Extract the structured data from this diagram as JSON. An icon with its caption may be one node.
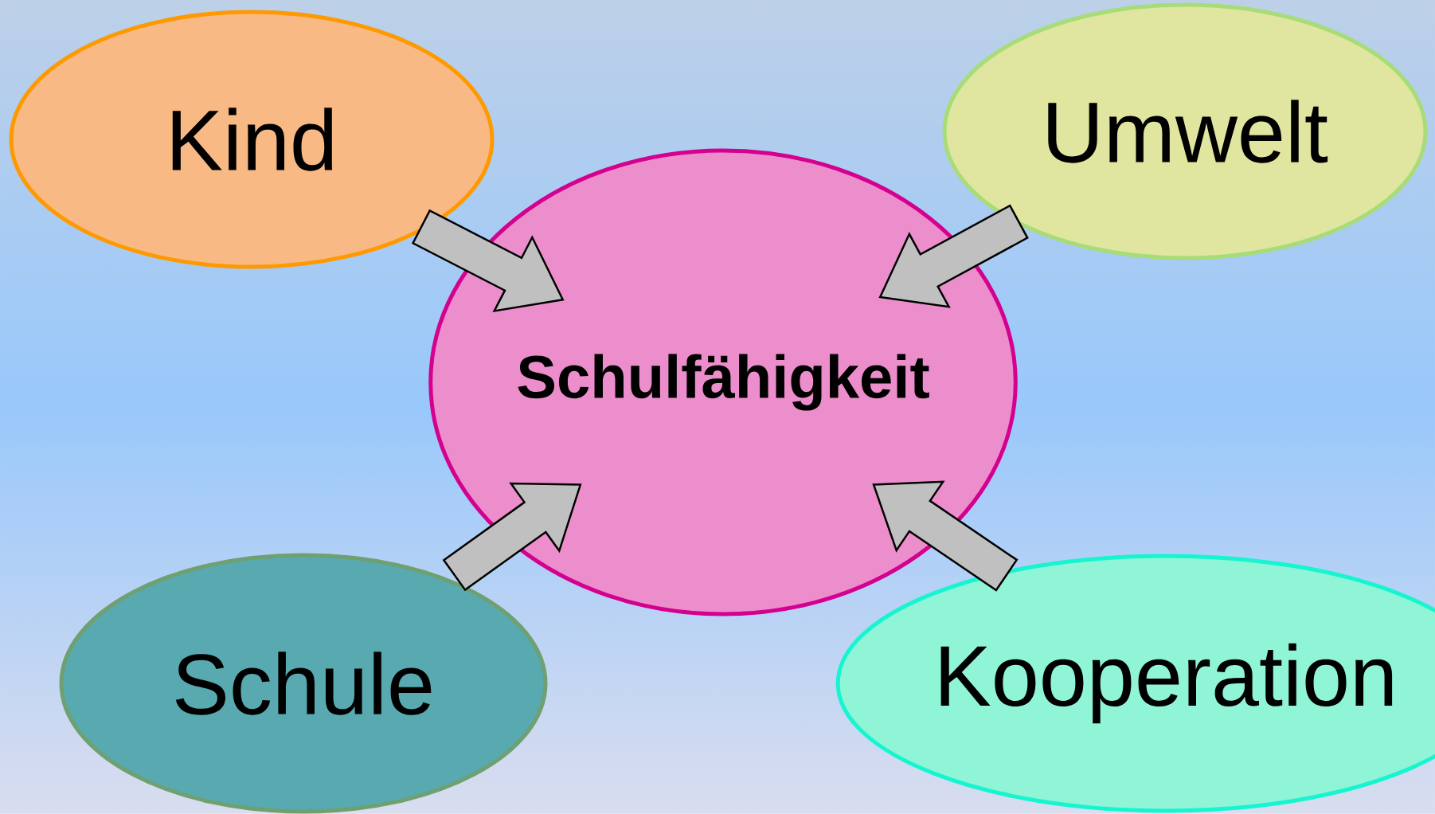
{
  "diagram": {
    "nodes": [
      {
        "text": [
          "Kind"
        ]
      },
      {
        "text": [
          "Umwelt"
        ]
      },
      {
        "text": [
          "Schulfähigkeit"
        ]
      },
      {
        "text": [
          "Schule"
        ]
      },
      {
        "text": [
          "Kooperation"
        ]
      }
    ],
    "edges": [
      {
        "from": 0,
        "to": 2,
        "arrow": "to"
      },
      {
        "from": 1,
        "to": 2,
        "arrow": "to"
      },
      {
        "from": 3,
        "to": 2,
        "arrow": "to"
      },
      {
        "from": 4,
        "to": 2,
        "arrow": "to"
      }
    ]
  }
}
